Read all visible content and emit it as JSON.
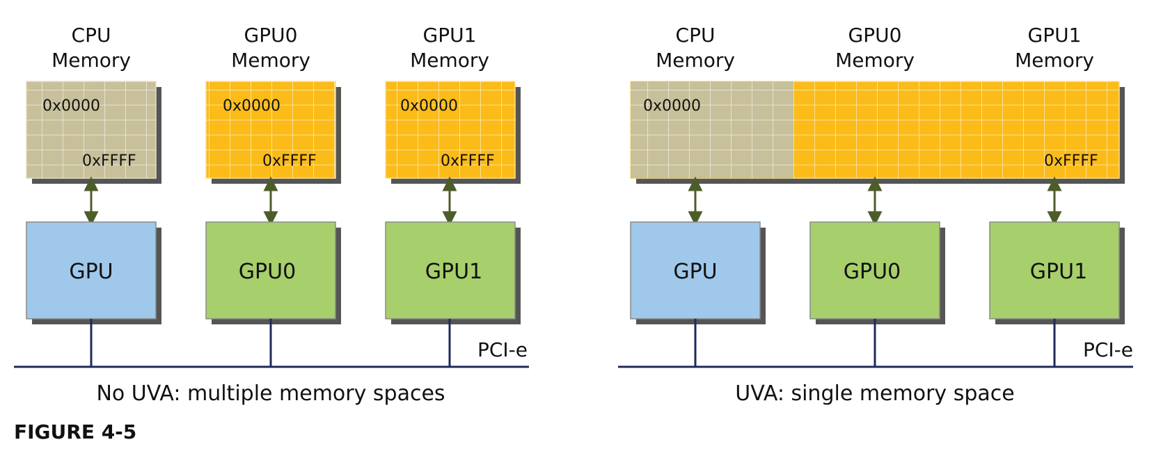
{
  "figure_label": "FIGURE 4-5",
  "colors": {
    "cpu_memory": "#c8c09a",
    "gpu_memory": "#fbbb18",
    "cpu_box": "#9fc8ea",
    "gpu_box": "#a7cf6b",
    "arrow": "#4d5d29",
    "bus": "#1f2a5c",
    "shadow": "#555555"
  },
  "left": {
    "caption": "No UVA: multiple memory spaces",
    "bus_label": "PCI-e",
    "memories": [
      {
        "title_line1": "CPU",
        "title_line2": "Memory",
        "start": "0x0000",
        "end": "0xFFFF",
        "kind": "cpu"
      },
      {
        "title_line1": "GPU0",
        "title_line2": "Memory",
        "start": "0x0000",
        "end": "0xFFFF",
        "kind": "gpu"
      },
      {
        "title_line1": "GPU1",
        "title_line2": "Memory",
        "start": "0x0000",
        "end": "0xFFFF",
        "kind": "gpu"
      }
    ],
    "processors": [
      {
        "label": "GPU",
        "kind": "cpu"
      },
      {
        "label": "GPU0",
        "kind": "gpu"
      },
      {
        "label": "GPU1",
        "kind": "gpu"
      }
    ]
  },
  "right": {
    "caption": "UVA: single memory space",
    "bus_label": "PCI-e",
    "memory_titles": [
      {
        "title_line1": "CPU",
        "title_line2": "Memory"
      },
      {
        "title_line1": "GPU0",
        "title_line2": "Memory"
      },
      {
        "title_line1": "GPU1",
        "title_line2": "Memory"
      }
    ],
    "unified_start": "0x0000",
    "unified_end": "0xFFFF",
    "processors": [
      {
        "label": "GPU",
        "kind": "cpu"
      },
      {
        "label": "GPU0",
        "kind": "gpu"
      },
      {
        "label": "GPU1",
        "kind": "gpu"
      }
    ]
  }
}
